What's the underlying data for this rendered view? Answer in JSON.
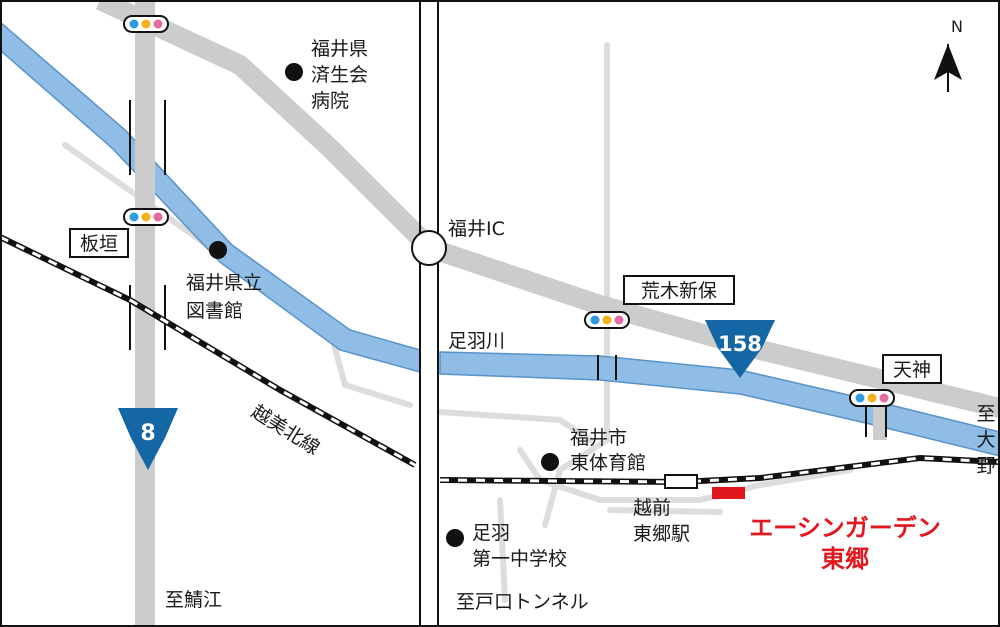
{
  "colors": {
    "road": "#cccccc",
    "minor_road": "#dddddd",
    "river": "#8fbde6",
    "river_edge": "#5a93c9",
    "shield": "#1566a5",
    "destination": "#e2161d",
    "rail": "#111111"
  },
  "compass": {
    "label": "N"
  },
  "routes": {
    "national_8": "8",
    "national_158": "158"
  },
  "boxed_labels": {
    "itagaki": "板垣",
    "araki_shinbo": "荒木新保",
    "tenjin": "天神"
  },
  "landmarks": {
    "saiseikai_line1": "福井県",
    "saiseikai_line2": "済生会",
    "saiseikai_line3": "病院",
    "library_line1": "福井県立",
    "library_line2": "図書館",
    "gym_line1": "福井市",
    "gym_line2": "東体育館",
    "school_line1": "足羽",
    "school_line2": "第一中学校"
  },
  "labels": {
    "fukui_ic": "福井IC",
    "asuwa_river": "足羽川",
    "railway": "越美北線",
    "station_line1": "越前",
    "station_line2": "東郷駅",
    "to_sabae": "至鯖江",
    "to_tunnel": "至戸口トンネル",
    "to_ono_1": "至",
    "to_ono_2": "大",
    "to_ono_3": "野"
  },
  "destination": {
    "line1": "エーシンガーデン",
    "line2": "東郷"
  },
  "icons": [
    "traffic-signal-icon",
    "north-arrow-icon",
    "route-shield-icon",
    "landmark-dot-icon",
    "interchange-icon"
  ]
}
